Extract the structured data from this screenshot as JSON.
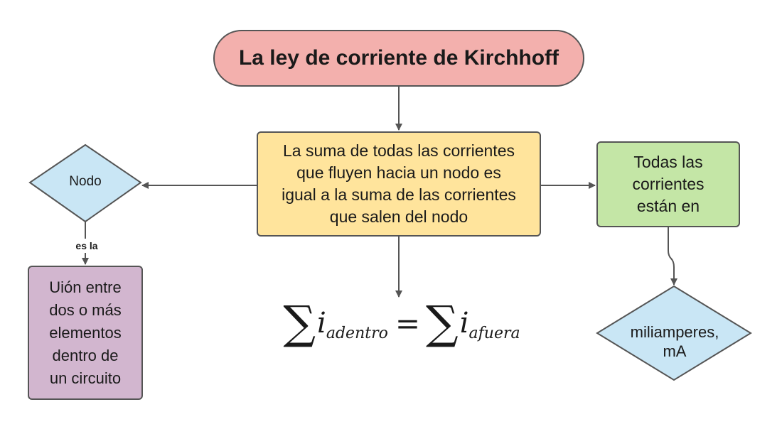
{
  "title": "La ley de corriente de Kirchhoff",
  "center_box": [
    "La suma de todas las corrientes",
    "que fluyen hacia un nodo es",
    "igual a la suma de las corrientes",
    "que salen del nodo"
  ],
  "left_diamond": "Nodo",
  "edge_label": "es la",
  "left_box": [
    "Uión entre",
    "dos o más",
    "elementos",
    "dentro de",
    "un circuito"
  ],
  "right_box": [
    "Todas las",
    "corrientes",
    "están en"
  ],
  "right_diamond": [
    "miliamperes,",
    "mA"
  ],
  "formula": {
    "sum": "∑",
    "variable": "i",
    "sub_in": "adentro",
    "equals": "=",
    "sub_out": "afuera"
  },
  "colors": {
    "title_fill": "#f3b0ad",
    "center_fill": "#ffe49c",
    "right_box_fill": "#c4e6a6",
    "left_box_fill": "#d2b6cf",
    "diamond_fill": "#c9e6f5",
    "stroke": "#555555"
  }
}
